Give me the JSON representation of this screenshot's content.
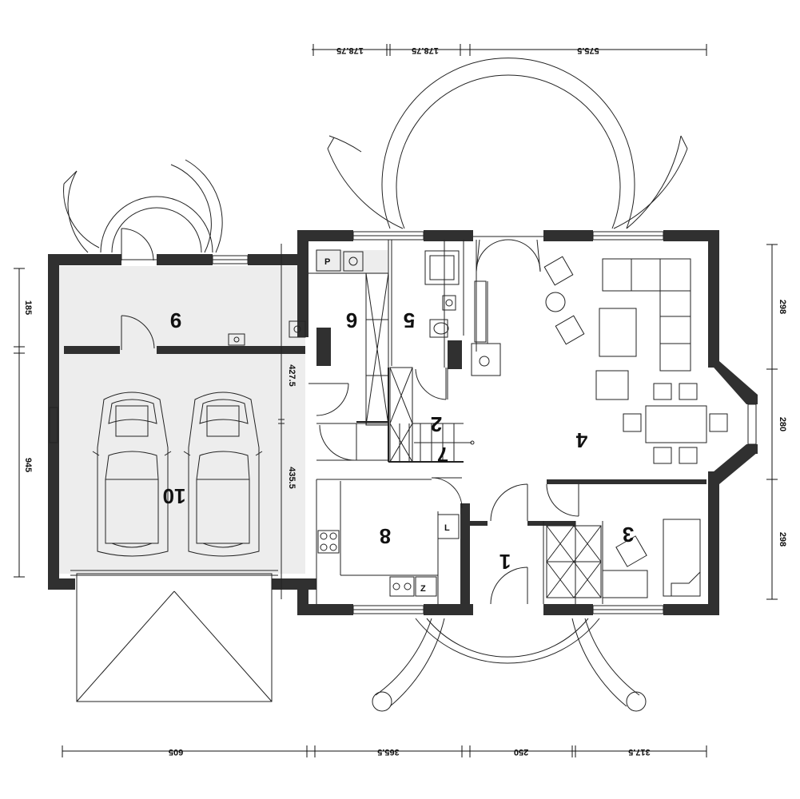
{
  "rooms": [
    {
      "id": "1",
      "label": "1"
    },
    {
      "id": "2",
      "label": "2"
    },
    {
      "id": "3",
      "label": "3"
    },
    {
      "id": "4",
      "label": "4"
    },
    {
      "id": "5",
      "label": "5"
    },
    {
      "id": "6",
      "label": "6"
    },
    {
      "id": "7",
      "label": "7"
    },
    {
      "id": "8",
      "label": "8"
    },
    {
      "id": "9",
      "label": "9"
    },
    {
      "id": "10",
      "label": "10"
    }
  ],
  "dimensions": {
    "top": [
      "178.75",
      "178.75",
      "575.5"
    ],
    "bottom": [
      "605",
      "365.5",
      "250",
      "317.5"
    ],
    "left": [
      "185",
      "945"
    ],
    "right": [
      "298",
      "280",
      "298"
    ],
    "inner": [
      "427.5",
      "435.5"
    ]
  },
  "fixture_letters": {
    "boiler": "P",
    "fridge": "L",
    "washer": "Z"
  }
}
